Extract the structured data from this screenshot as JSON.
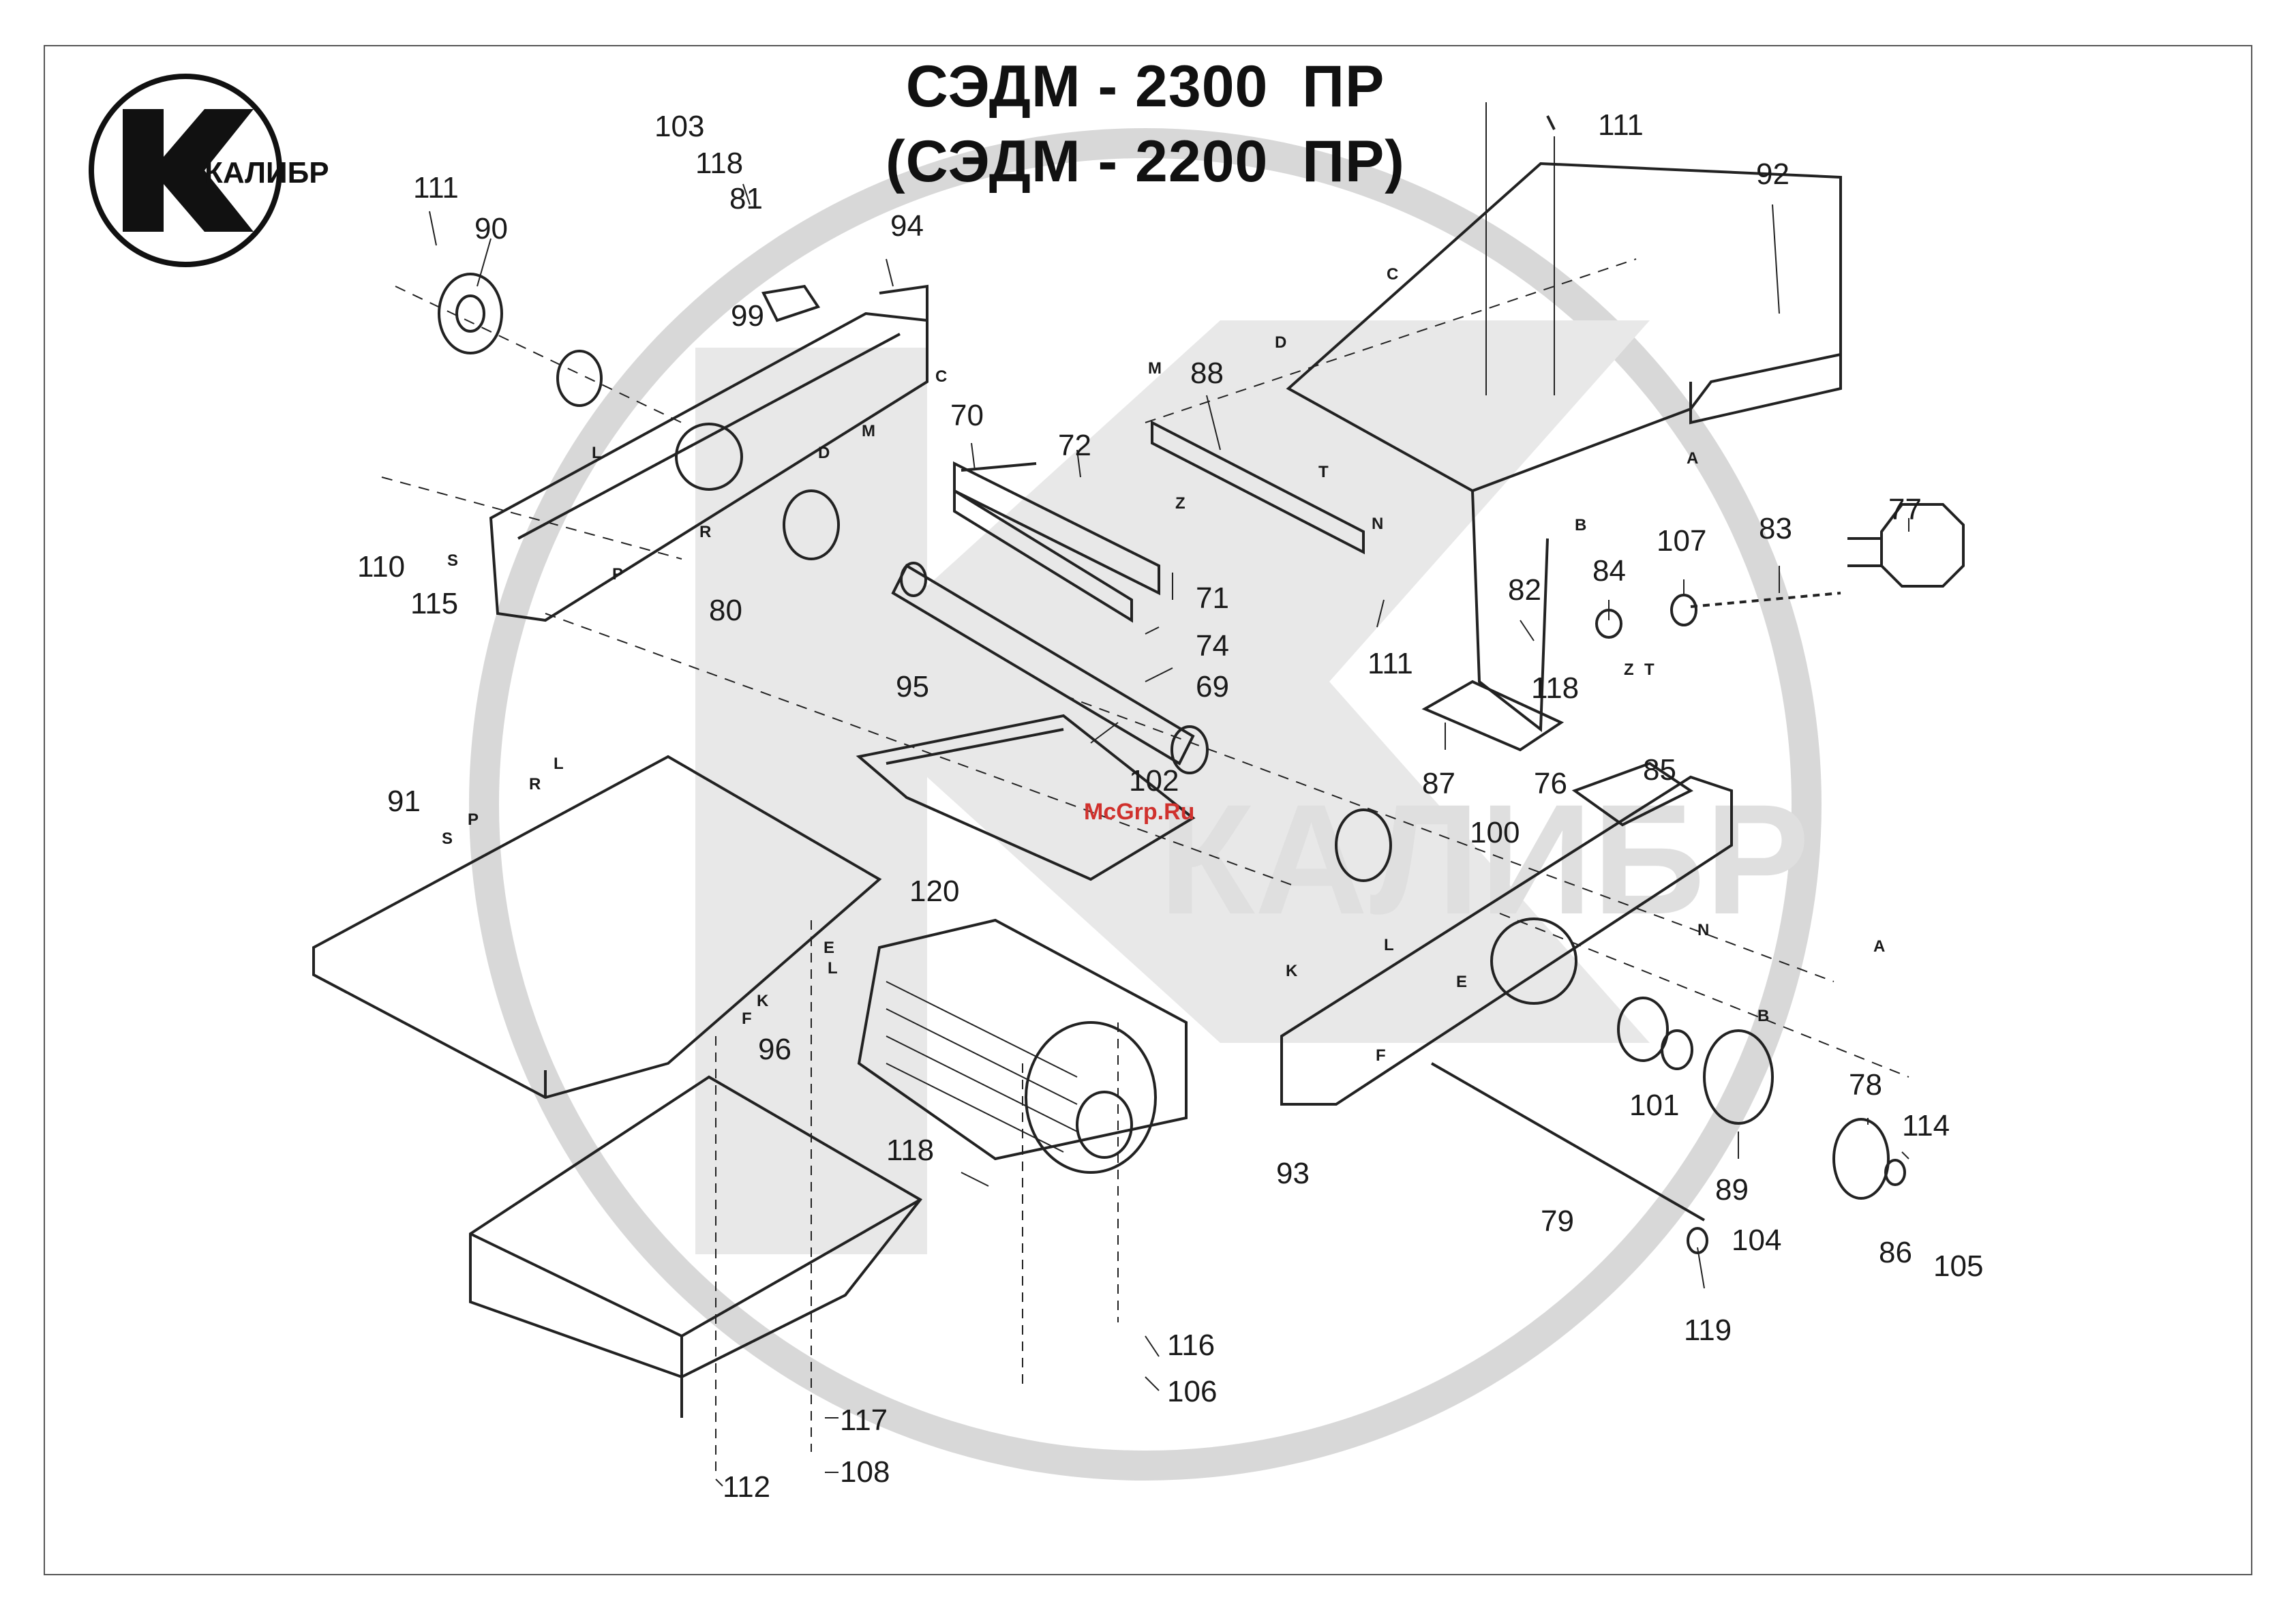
{
  "title": {
    "line1": "СЭДМ - 2300  ПР",
    "line2": "(СЭДМ - 2200  ПР)"
  },
  "logo": {
    "text": "КАЛИБР",
    "icon": "kalibr-logo-icon"
  },
  "watermark": {
    "brand_text": "КАЛИБР",
    "site_text": "McGrp.Ru",
    "color": "#d0312d"
  },
  "callouts": {
    "c111a": "111",
    "c90": "90",
    "c103": "103",
    "c118a": "118",
    "c81": "81",
    "c94": "94",
    "c99": "99",
    "c111b": "111",
    "c92": "92",
    "c88": "88",
    "c70": "70",
    "c72": "72",
    "c110": "110",
    "c115": "115",
    "c80": "80",
    "c71": "71",
    "c74": "74",
    "c69": "69",
    "c111c": "111",
    "c82": "82",
    "c84": "84",
    "c107": "107",
    "c83": "83",
    "c77": "77",
    "c118b": "118",
    "c95": "95",
    "c85": "85",
    "c87": "87",
    "c76": "76",
    "c100": "100",
    "c102": "102",
    "c91": "91",
    "c120": "120",
    "c96": "96",
    "c101": "101",
    "c89": "89",
    "c78": "78",
    "c114": "114",
    "c93": "93",
    "c79": "79",
    "c104": "104",
    "c86": "86",
    "c105": "105",
    "c119": "119",
    "c118c": "118",
    "c116": "116",
    "c106": "106",
    "c117": "117",
    "c108": "108",
    "c112": "112"
  },
  "letters": {
    "C1": "C",
    "D1": "D",
    "M1": "M",
    "M2": "M",
    "C2": "C",
    "D2": "D",
    "L1": "L",
    "R1": "R",
    "S1": "S",
    "P1": "P",
    "T1": "T",
    "Z1": "Z",
    "A1": "A",
    "B1": "B",
    "N1": "N",
    "Z2": "Z",
    "T2": "T",
    "L2": "L",
    "R2": "R",
    "S2": "S",
    "P2": "P",
    "E1": "E",
    "L3": "L",
    "K1": "K",
    "F1": "F",
    "N2": "N",
    "A2": "A",
    "L4": "L",
    "K2": "K",
    "E2": "E",
    "B2": "B",
    "F2": "F"
  }
}
